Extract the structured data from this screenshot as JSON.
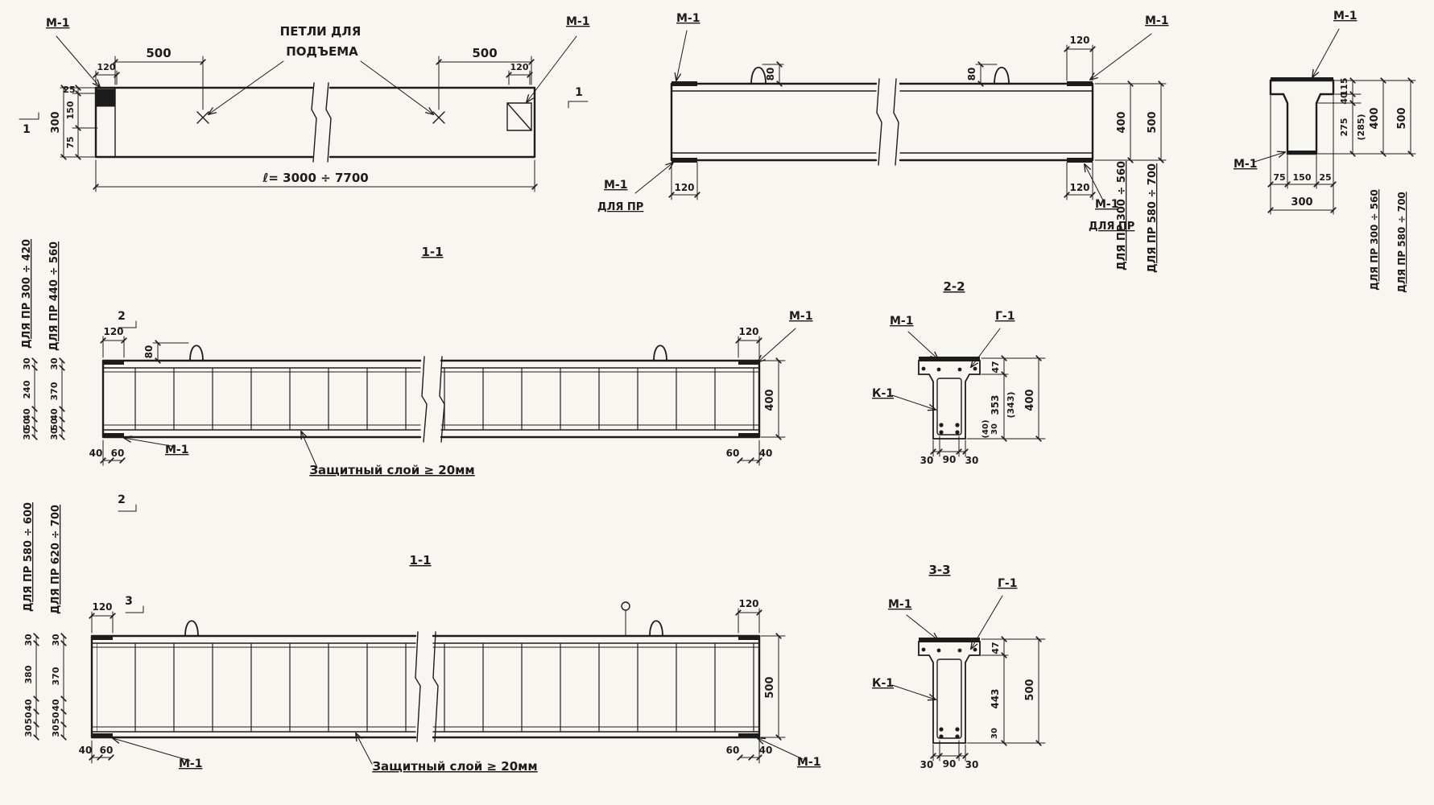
{
  "sheet": {
    "background": "#f8f6f1",
    "ink": "#1c1c1c"
  },
  "plan_view": {
    "m1_left": "М-1",
    "m1_right": "М-1",
    "dim_500_left": "500",
    "dim_500_right": "500",
    "lift_caption_line1": "ПЕТЛИ ДЛЯ",
    "lift_caption_line2": "ПОДЪЕМА",
    "dim_120_left": "120",
    "dim_120_right": "120",
    "dim_25": "25",
    "dim_150": "150",
    "dim_75": "75",
    "dim_300": "300",
    "cut_left": "1",
    "cut_right": "1",
    "length_dim": "ℓ= 3000 ÷ 7700"
  },
  "elevation_view": {
    "m1_top_left": "М-1",
    "m1_top_right": "М-1",
    "dim_80_left": "80",
    "dim_80_right": "80",
    "dim_120_top_right": "120",
    "dim_120_bottom_left": "120",
    "dim_120_bottom_right": "120",
    "m1_bottom_left": "М-1",
    "m1_bottom_left_note": "ДЛЯ ПР",
    "m1_bottom_right": "М-1",
    "m1_bottom_right_note": "ДЛЯ ПР",
    "dim_400": "400",
    "dim_500": "500",
    "range_400": "ДЛЯ ПР 300 ÷ 560",
    "range_500": "ДЛЯ ПР 580 ÷ 700"
  },
  "end_section": {
    "m1_top": "М-1",
    "m1_bottom": "М-1",
    "dim_115": "115",
    "dim_40": "40",
    "dim_275": "275",
    "dim_285": "(285)",
    "dim_400": "400",
    "dim_500": "500",
    "dim_75": "75",
    "dim_150": "150",
    "dim_25": "25",
    "dim_300": "300",
    "range_400": "ДЛЯ ПР 300 ÷ 560",
    "range_500": "ДЛЯ ПР 580 ÷ 700"
  },
  "section_11_top": {
    "title": "1-1",
    "range_label_outer": "ДЛЯ ПР 300 ÷ 420",
    "range_label_inner": "ДЛЯ ПР 440 ÷ 560",
    "cut_top": "2",
    "cut_bottom": "2",
    "dim_120_left": "120",
    "dim_80": "80",
    "dim_120_right": "120",
    "m1_top_right": "М-1",
    "m1_bottom_left": "М-1",
    "dim_400": "400",
    "cover_note": "Защитный слой ≥ 20мм",
    "left_dims_outer": [
      "30",
      "240",
      "40",
      "50",
      "30"
    ],
    "left_dims_inner": [
      "30",
      "370",
      "40",
      "50",
      "30"
    ],
    "bottom_left_dims": [
      "40",
      "60"
    ],
    "bottom_right_dims": [
      "60",
      "40"
    ]
  },
  "section_22": {
    "title": "2-2",
    "label_m1": "М-1",
    "label_g1": "Г-1",
    "label_k1": "К-1",
    "dim_47": "47",
    "dim_353": "353",
    "dim_343": "(343)",
    "dim_400": "400",
    "dim_30": "30",
    "dim_40_alt": "(40)",
    "bottom_dims": [
      "30",
      "90",
      "30"
    ]
  },
  "section_11_bottom": {
    "title": "1-1",
    "range_label_outer": "ДЛЯ ПР 580 ÷ 600",
    "range_label_inner": "ДЛЯ ПР 620 ÷ 700",
    "cut_top": "3",
    "dim_120_left": "120",
    "dim_120_right": "120",
    "m1_bottom_left": "М-1",
    "m1_bottom_right": "М-1",
    "dim_500": "500",
    "cover_note": "Защитный слой ≥ 20мм",
    "left_dims_outer": [
      "30",
      "380",
      "40",
      "50",
      "30"
    ],
    "left_dims_inner": [
      "30",
      "370",
      "40",
      "50",
      "30"
    ],
    "bottom_left_dims": [
      "40",
      "60"
    ],
    "bottom_right_dims": [
      "60",
      "40"
    ]
  },
  "section_33": {
    "title": "3-3",
    "label_m1": "М-1",
    "label_g1": "Г-1",
    "label_k1": "К-1",
    "dim_47": "47",
    "dim_443": "443",
    "dim_500": "500",
    "dim_30": "30",
    "bottom_dims": [
      "30",
      "90",
      "30"
    ]
  }
}
